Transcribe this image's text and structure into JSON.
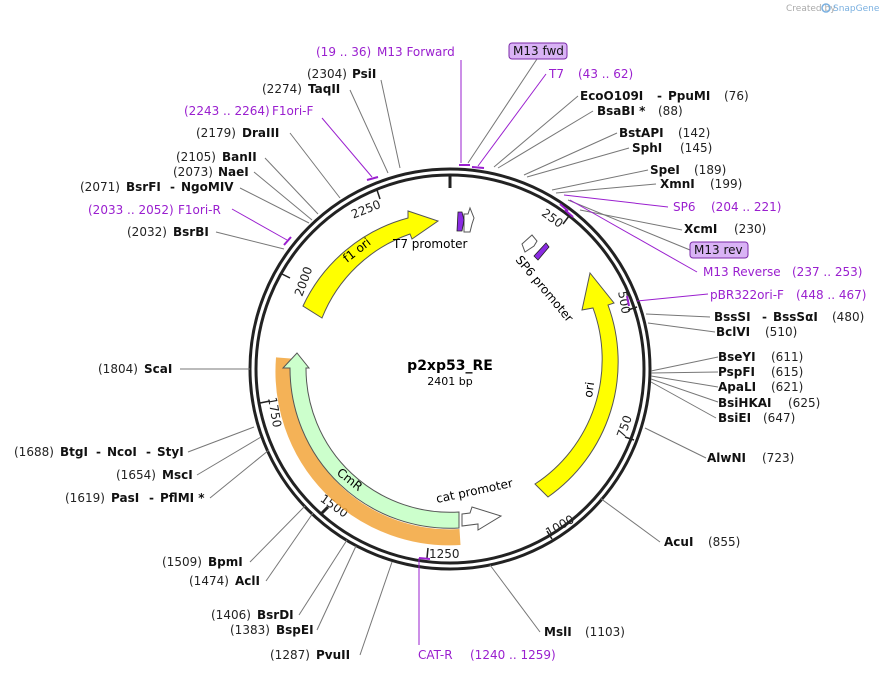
{
  "header": {
    "credit": "Created by",
    "logo_text": "SnapGene"
  },
  "plasmid": {
    "name": "p2xp53_RE",
    "size_label": "2401 bp"
  },
  "ticks": [
    "250",
    "500",
    "750",
    "1000",
    "1250",
    "1500",
    "1750",
    "2000",
    "2250"
  ],
  "features": [
    {
      "label": "f1 ori",
      "color": "#ffff00"
    },
    {
      "label": "ori",
      "color": "#ffff00"
    },
    {
      "label": "CmR",
      "color": "#ccffcc"
    },
    {
      "label": "T7 promoter",
      "color": "#ffffff"
    },
    {
      "label": "SP6 promoter",
      "color": "#ffffff"
    },
    {
      "label": "cat promoter",
      "color": "#ffffff"
    }
  ],
  "sites": [
    {
      "name": "PsiI",
      "pos": "(2304)"
    },
    {
      "name": "TaqII",
      "pos": "(2274)"
    },
    {
      "name": "DraIII",
      "pos": "(2179)"
    },
    {
      "name": "BanII",
      "pos": "(2105)"
    },
    {
      "name": "NaeI",
      "pos": "(2073)"
    },
    {
      "name": "BsrFI",
      "sep": "-",
      "name2": "NgoMIV",
      "pos": "(2071)"
    },
    {
      "name": "BsrBI",
      "pos": "(2032)"
    },
    {
      "name": "ScaI",
      "pos": "(1804)"
    },
    {
      "name": "BtgI",
      "sep": "-",
      "name2": "NcoI",
      "sep2": "-",
      "name3": "StyI",
      "pos": "(1688)"
    },
    {
      "name": "MscI",
      "pos": "(1654)"
    },
    {
      "name": "PasI",
      "sep": "-",
      "name2": "PflMI *",
      "pos": "(1619)"
    },
    {
      "name": "BpmI",
      "pos": "(1509)"
    },
    {
      "name": "AclI",
      "pos": "(1474)"
    },
    {
      "name": "BsrDI",
      "pos": "(1406)"
    },
    {
      "name": "BspEI",
      "pos": "(1383)"
    },
    {
      "name": "PvuII",
      "pos": "(1287)"
    },
    {
      "name": "MslI",
      "pos": "(1103)"
    },
    {
      "name": "AcuI",
      "pos": "(855)"
    },
    {
      "name": "AlwNI",
      "pos": "(723)"
    },
    {
      "name": "BsiEI",
      "pos": "(647)"
    },
    {
      "name": "BsiHKAI",
      "pos": "(625)"
    },
    {
      "name": "ApaLI",
      "pos": "(621)"
    },
    {
      "name": "PspFI",
      "pos": "(615)"
    },
    {
      "name": "BseYI",
      "pos": "(611)"
    },
    {
      "name": "BclVI",
      "pos": "(510)"
    },
    {
      "name": "BssSI",
      "sep": "-",
      "name2": "BssSαI",
      "pos": "(480)"
    },
    {
      "name": "XcmI",
      "pos": "(230)"
    },
    {
      "name": "XmnI",
      "pos": "(199)"
    },
    {
      "name": "SpeI",
      "pos": "(189)"
    },
    {
      "name": "SphI",
      "pos": "(145)"
    },
    {
      "name": "BstAPI",
      "pos": "(142)"
    },
    {
      "name": "BsaBI *",
      "pos": "(88)"
    },
    {
      "name": "EcoO109I",
      "sep": "-",
      "name2": "PpuMI",
      "pos": "(76)"
    }
  ],
  "primers": [
    {
      "label": "M13 Forward",
      "range": "(19 .. 36)"
    },
    {
      "label": "M13 fwd",
      "boxed": true
    },
    {
      "label": "T7",
      "range": "(43 .. 62)"
    },
    {
      "label": "F1ori-F",
      "range": "(2243 .. 2264)"
    },
    {
      "label": "F1ori-R",
      "range": "(2033 .. 2052)"
    },
    {
      "label": "SP6",
      "range": "(204 .. 221)"
    },
    {
      "label": "M13 rev",
      "boxed": true
    },
    {
      "label": "M13 Reverse",
      "range": "(237 .. 253)"
    },
    {
      "label": "pBR322ori-F",
      "range": "(448 .. 467)"
    },
    {
      "label": "CAT-R",
      "range": "(1240 .. 1259)"
    }
  ]
}
